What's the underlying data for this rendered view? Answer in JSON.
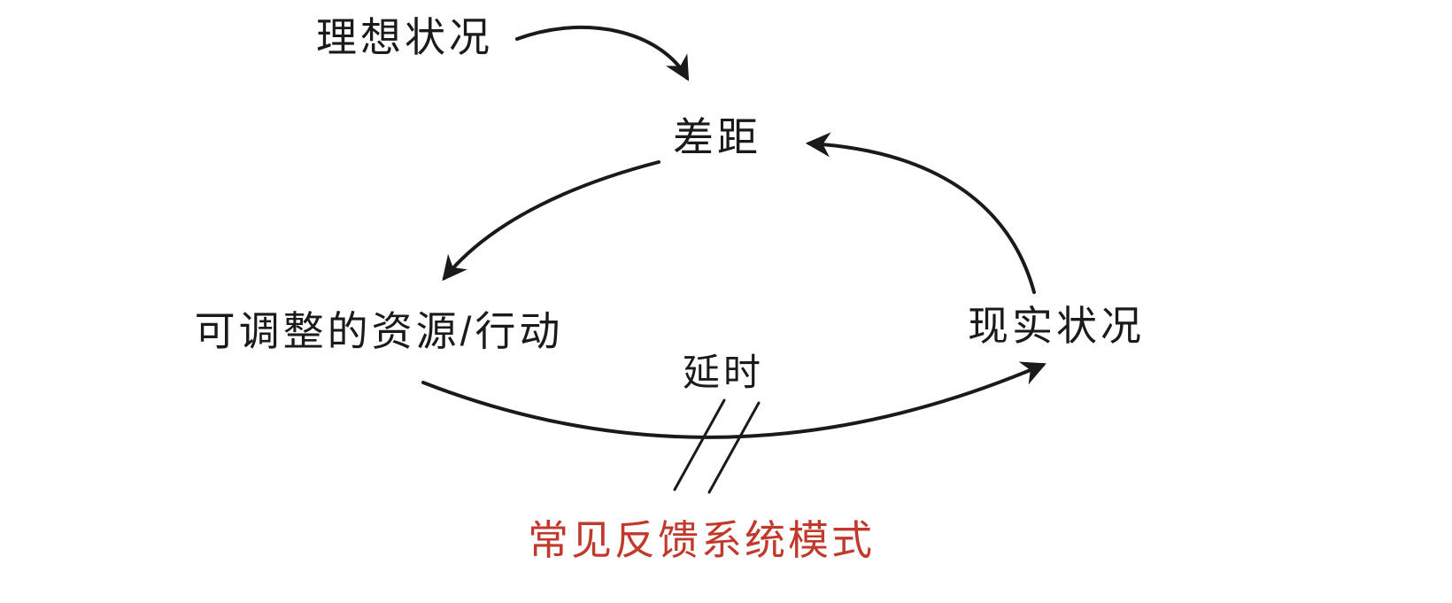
{
  "diagram": {
    "title": "常见反馈系统模式",
    "nodes": {
      "ideal": {
        "label": "理想状况"
      },
      "gap": {
        "label": "差距"
      },
      "resources": {
        "label": "可调整的资源/行动"
      },
      "reality": {
        "label": "现实状况"
      },
      "delay": {
        "label": "延时"
      }
    },
    "edges": [
      {
        "from": "ideal",
        "to": "gap",
        "style": "curved-arrow"
      },
      {
        "from": "gap",
        "to": "resources",
        "style": "curved-arrow"
      },
      {
        "from": "reality",
        "to": "gap",
        "style": "curved-arrow"
      },
      {
        "from": "resources",
        "to": "reality",
        "style": "curved-arrow-with-delay-marks"
      }
    ],
    "caption": {
      "label": "常见反馈系统模式",
      "color": "#c0392b"
    },
    "colors": {
      "line": "#1a1a1a",
      "text": "#1a1a1a",
      "background": "#ffffff",
      "caption": "#c0392b"
    }
  }
}
